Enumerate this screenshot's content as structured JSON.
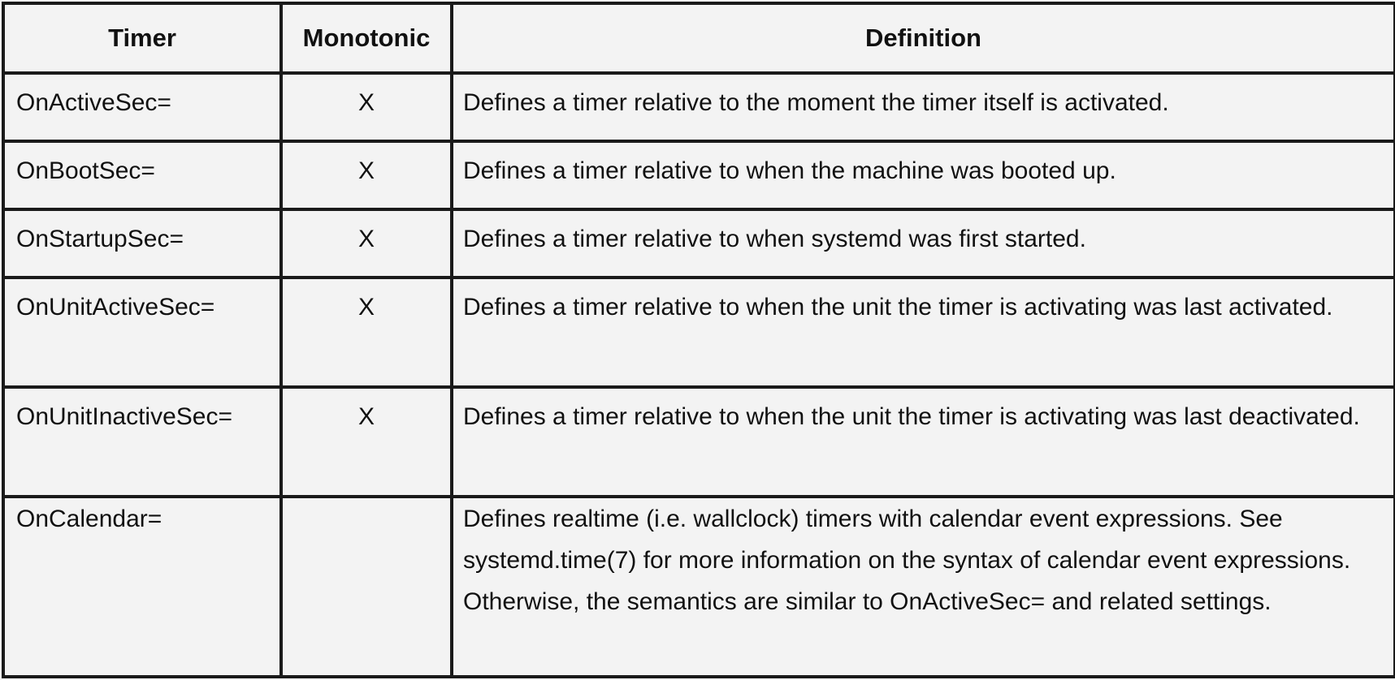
{
  "table": {
    "headers": {
      "timer": "Timer",
      "monotonic": "Monotonic",
      "definition": "Definition"
    },
    "rows": [
      {
        "timer": "OnActiveSec=",
        "monotonic": "X",
        "definition": "Defines a timer relative to the moment the timer itself is activated."
      },
      {
        "timer": "OnBootSec=",
        "monotonic": "X",
        "definition": "Defines a timer relative to when the machine was booted up."
      },
      {
        "timer": "OnStartupSec=",
        "monotonic": "X",
        "definition": "Defines a timer relative to when systemd was first started."
      },
      {
        "timer": "OnUnitActiveSec=",
        "monotonic": "X",
        "definition": "Defines a timer relative to when the unit the timer is activating was last activated."
      },
      {
        "timer": "OnUnitInactiveSec=",
        "monotonic": "X",
        "definition": "Defines a timer relative to when the unit the timer is activating was last deactivated."
      },
      {
        "timer": "OnCalendar=",
        "monotonic": "",
        "definition": "Defines realtime (i.e. wallclock) timers with calendar event expressions. See systemd.time(7) for more information on the syntax of calendar event expressions. Otherwise, the semantics are similar to OnActiveSec= and related settings."
      }
    ]
  }
}
